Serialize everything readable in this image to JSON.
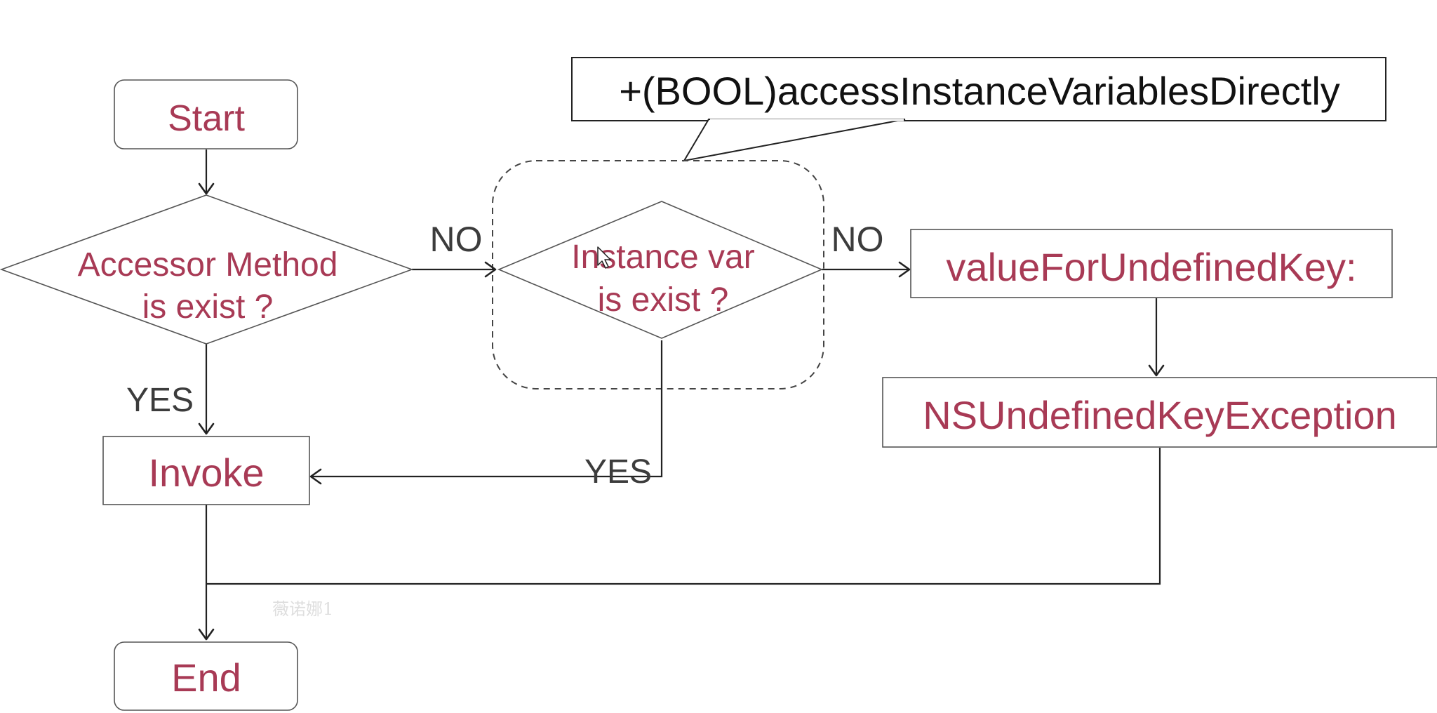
{
  "diagram": {
    "nodes": {
      "start": "Start",
      "accessor_decision": [
        "Accessor Method",
        "is exist ?"
      ],
      "ivar_decision": [
        "Instance var",
        "is exist ?"
      ],
      "value_for_undefined": "valueForUndefinedKey:",
      "exception": "NSUndefinedKeyException",
      "invoke": "Invoke",
      "end": "End"
    },
    "edge_labels": {
      "accessor_no": "NO",
      "ivar_no": "NO",
      "accessor_yes": "YES",
      "ivar_yes": "YES"
    },
    "callout": "+(BOOL)accessInstanceVariablesDirectly",
    "watermark": "薇诺娜1",
    "colors": {
      "node_text": "#a83a55",
      "label_text": "#3c3c3c",
      "line": "#222222"
    }
  }
}
